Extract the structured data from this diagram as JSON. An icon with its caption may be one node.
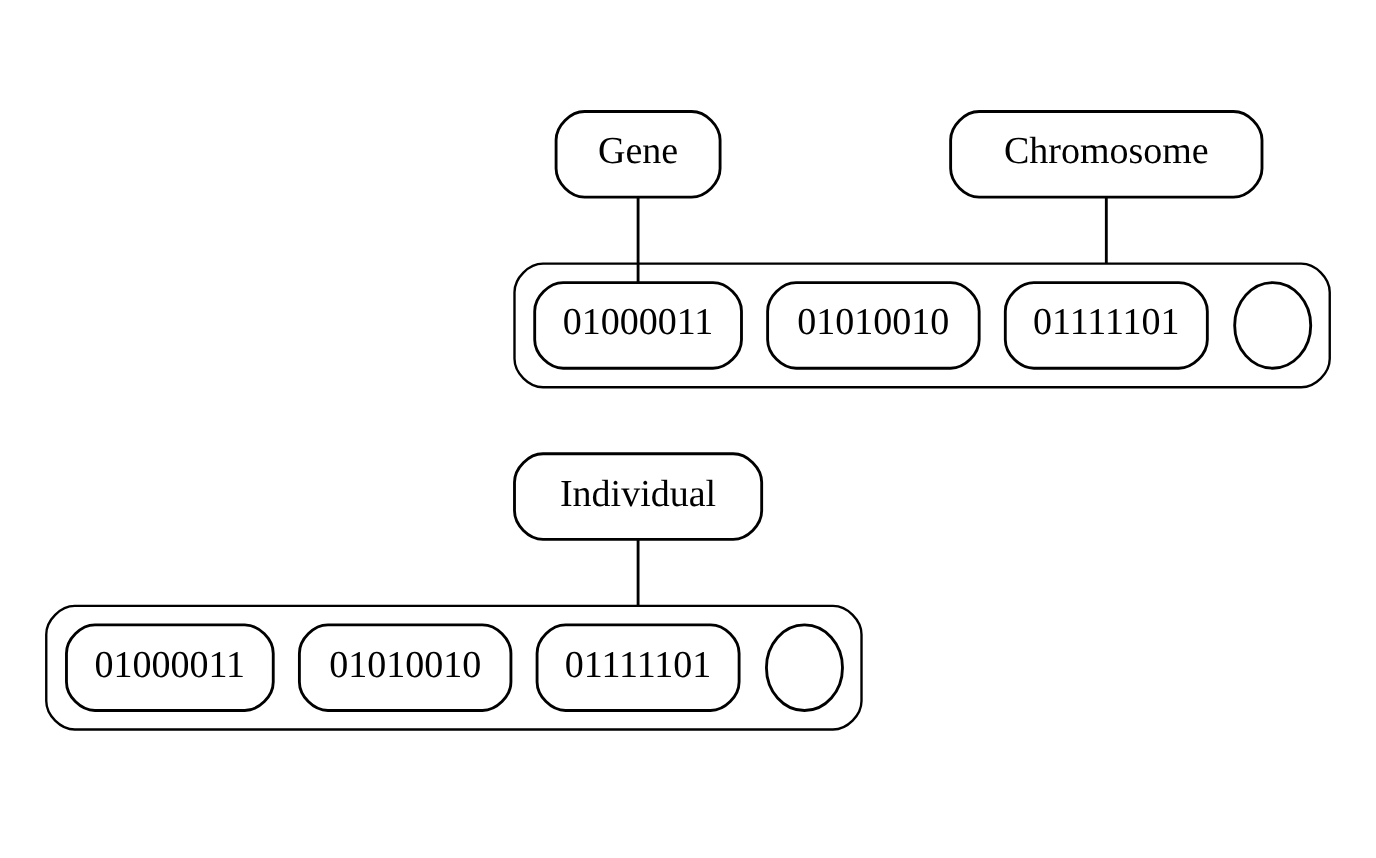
{
  "diagram": {
    "nodes": [
      {
        "text": [
          "Gene"
        ]
      },
      {
        "text": [
          "Chromosome"
        ]
      },
      {
        "text": [],
        "shape": "cylinder"
      },
      {
        "text": [
          "01000011"
        ],
        "in": 2
      },
      {
        "text": [
          "01010010"
        ],
        "in": 2
      },
      {
        "text": [
          "01111101"
        ],
        "in": 2
      },
      {
        "text": [],
        "shape": "ellipse",
        "in": 2
      },
      {
        "text": [
          "Individual"
        ]
      },
      {
        "text": [],
        "shape": "cylinder"
      },
      {
        "text": [
          "01000011"
        ],
        "in": 8
      },
      {
        "text": [
          "01010010"
        ],
        "in": 8
      },
      {
        "text": [
          "01111101"
        ],
        "in": 8
      },
      {
        "text": [],
        "shape": "ellipse",
        "in": 8
      }
    ],
    "edges": [
      {
        "from": 0,
        "to": 3,
        "arrow": "none"
      },
      {
        "from": 1,
        "to": 2,
        "arrow": "none"
      },
      {
        "from": 7,
        "to": 8,
        "arrow": "none"
      }
    ]
  }
}
